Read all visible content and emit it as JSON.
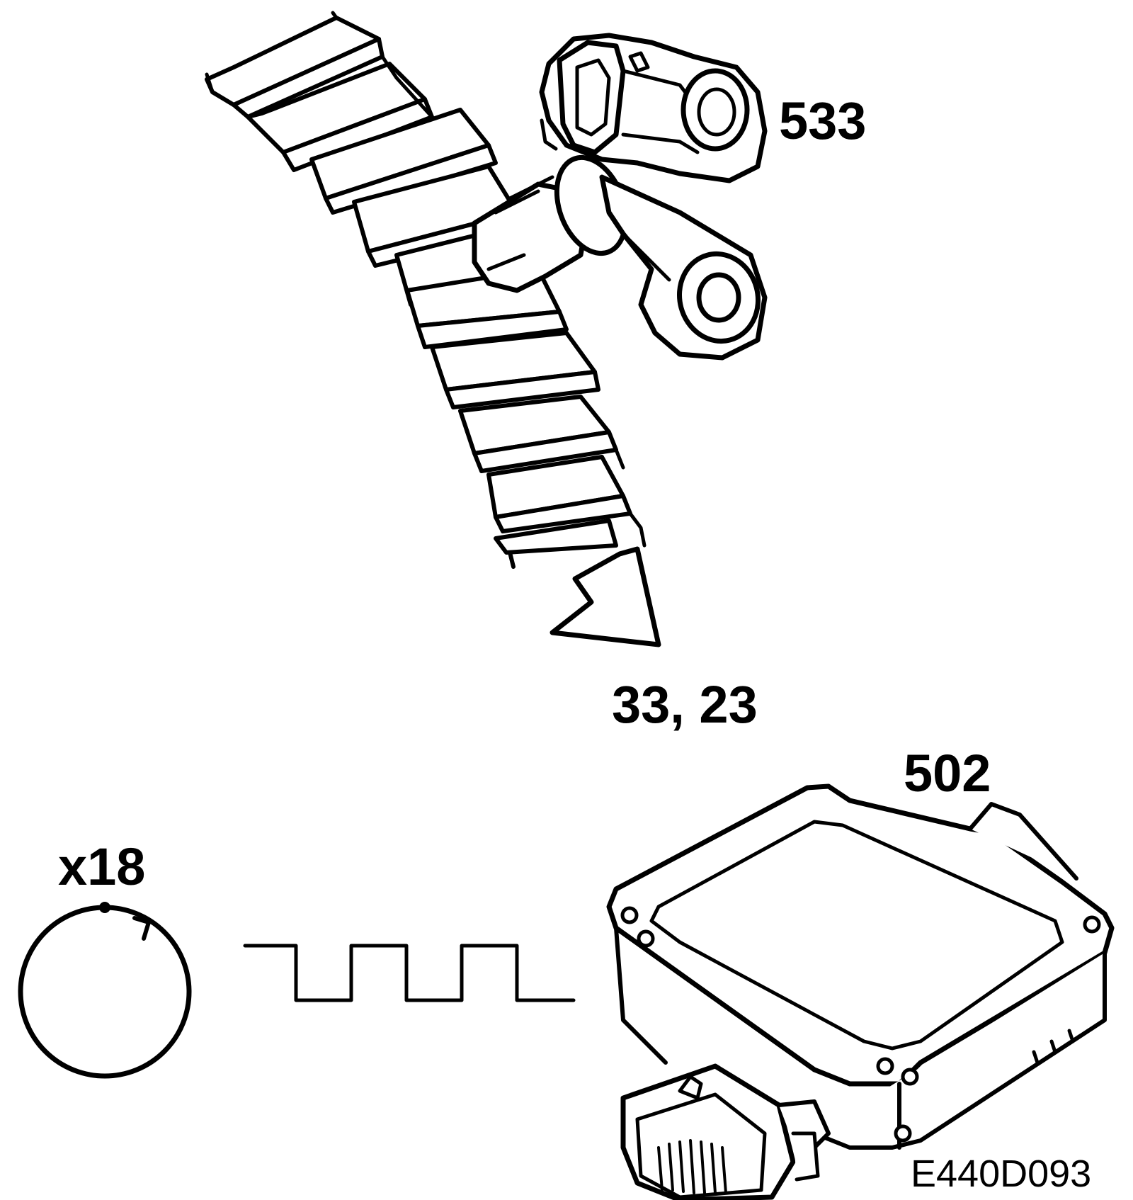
{
  "labels": {
    "sensor": "533",
    "signal_ids": "33, 23",
    "control_unit": "502",
    "teeth_count": "x18",
    "figure_ref": "E440D093"
  },
  "colors": {
    "ink": "#000000",
    "background": "#ffffff"
  },
  "icons": {
    "sensor": "crankshaft-position-sensor-icon",
    "flow": "hollow-arrow-down-right-icon",
    "pulse": "square-wave-icon",
    "rotation": "rotation-circle-icon",
    "module": "control-module-icon"
  }
}
